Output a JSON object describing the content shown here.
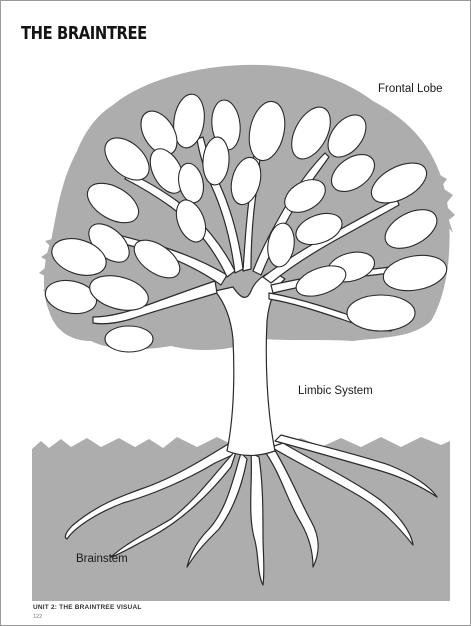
{
  "page": {
    "title": "THE BRAINTREE",
    "labels": {
      "frontal_lobe": "Frontal Lobe",
      "limbic_system": "Limbic System",
      "brainstem": "Brainstem"
    },
    "footer": "UNIT 2: THE BRAINTREE VISUAL",
    "page_number": "122"
  },
  "colors": {
    "canopy": "#adadad",
    "ground": "#adadad",
    "tree_fill": "#ffffff",
    "outline": "#2a2a2a"
  },
  "icons": {
    "art": "tree-illustration",
    "leaf": "leaf-icon"
  }
}
